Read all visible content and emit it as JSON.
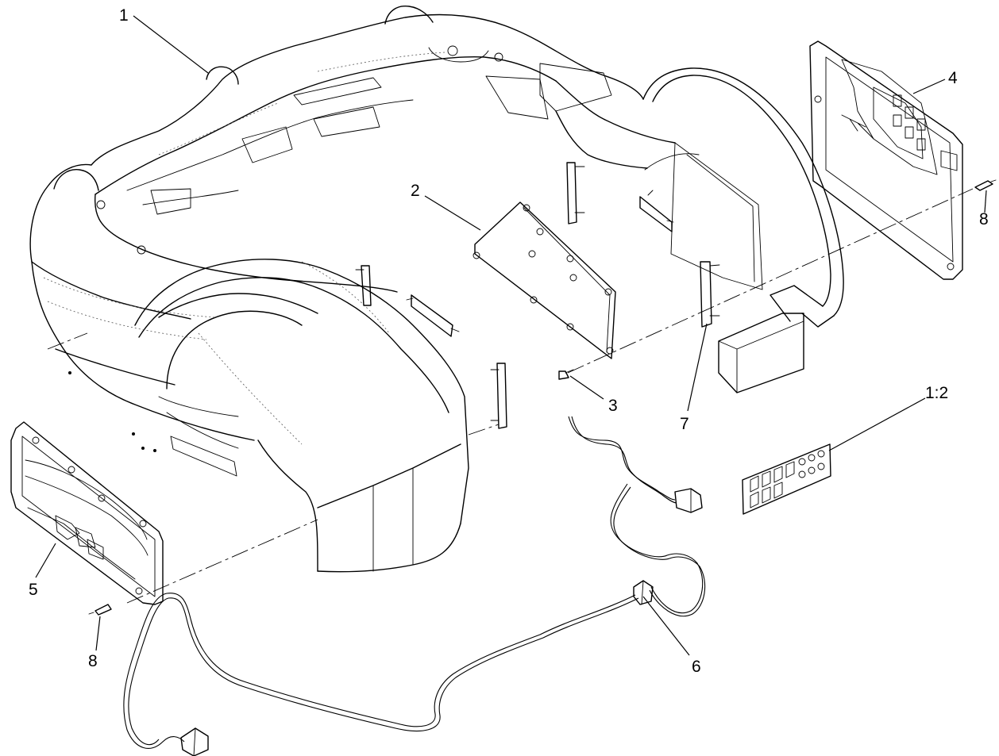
{
  "callouts": [
    {
      "id": "c1",
      "label": "1"
    },
    {
      "id": "c2",
      "label": "2"
    },
    {
      "id": "c3",
      "label": "3"
    },
    {
      "id": "c4",
      "label": "4"
    },
    {
      "id": "c5",
      "label": "5"
    },
    {
      "id": "c6",
      "label": "6"
    },
    {
      "id": "c7",
      "label": "7"
    },
    {
      "id": "c8a",
      "label": "8"
    },
    {
      "id": "c8b",
      "label": "8"
    },
    {
      "id": "c12",
      "label": "1:2"
    }
  ]
}
